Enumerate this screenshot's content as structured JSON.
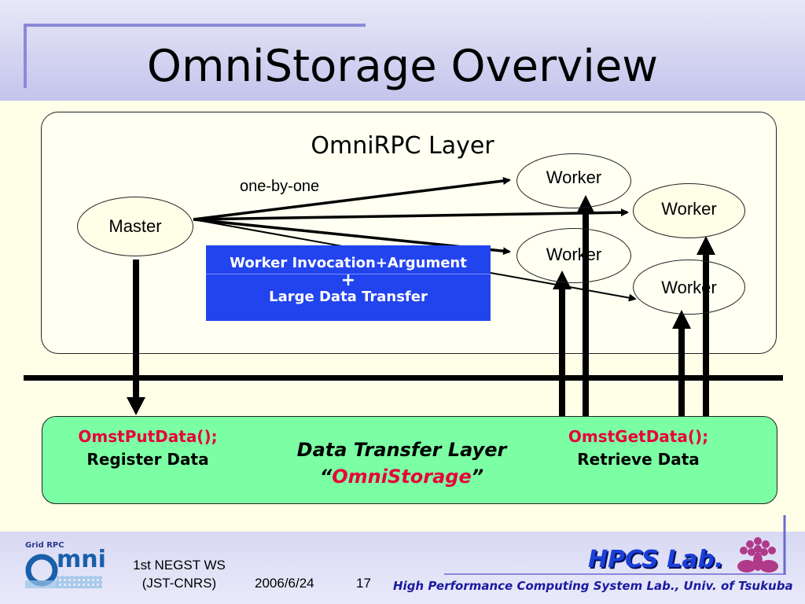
{
  "title": "OmniStorage Overview",
  "rpc_layer": {
    "title": "OmniRPC Layer",
    "annotation": "one-by-one",
    "master_label": "Master",
    "workers": [
      "Worker",
      "Worker",
      "Worker",
      "Worker"
    ],
    "invocation_box": {
      "line1": "Worker Invocation+Argument",
      "line2": "+",
      "line3": "Large Data Transfer"
    }
  },
  "data_layer": {
    "put_call": "OmstPutData();",
    "put_desc": "Register Data",
    "title_line1": "Data Transfer Layer",
    "title_quote_open": "“",
    "title_name": "OmniStorage",
    "title_quote_close": "”",
    "get_call": "OmstGetData();",
    "get_desc": "Retrieve Data"
  },
  "footer": {
    "logo_top": "Grid RPC",
    "logo_word": "mni",
    "event_line1": "1st NEGST WS",
    "event_line2": "(JST-CNRS)",
    "date": "2006/6/24",
    "page_number": "17",
    "lab_logo": "HPCS Lab.",
    "lab_name": "High Performance Computing System Lab., Univ. of Tsukuba"
  },
  "colors": {
    "header": "#c4c4ec",
    "invocation_box": "#2244ee",
    "data_layer_box": "#7cffa4",
    "api_text": "#e8003a"
  }
}
